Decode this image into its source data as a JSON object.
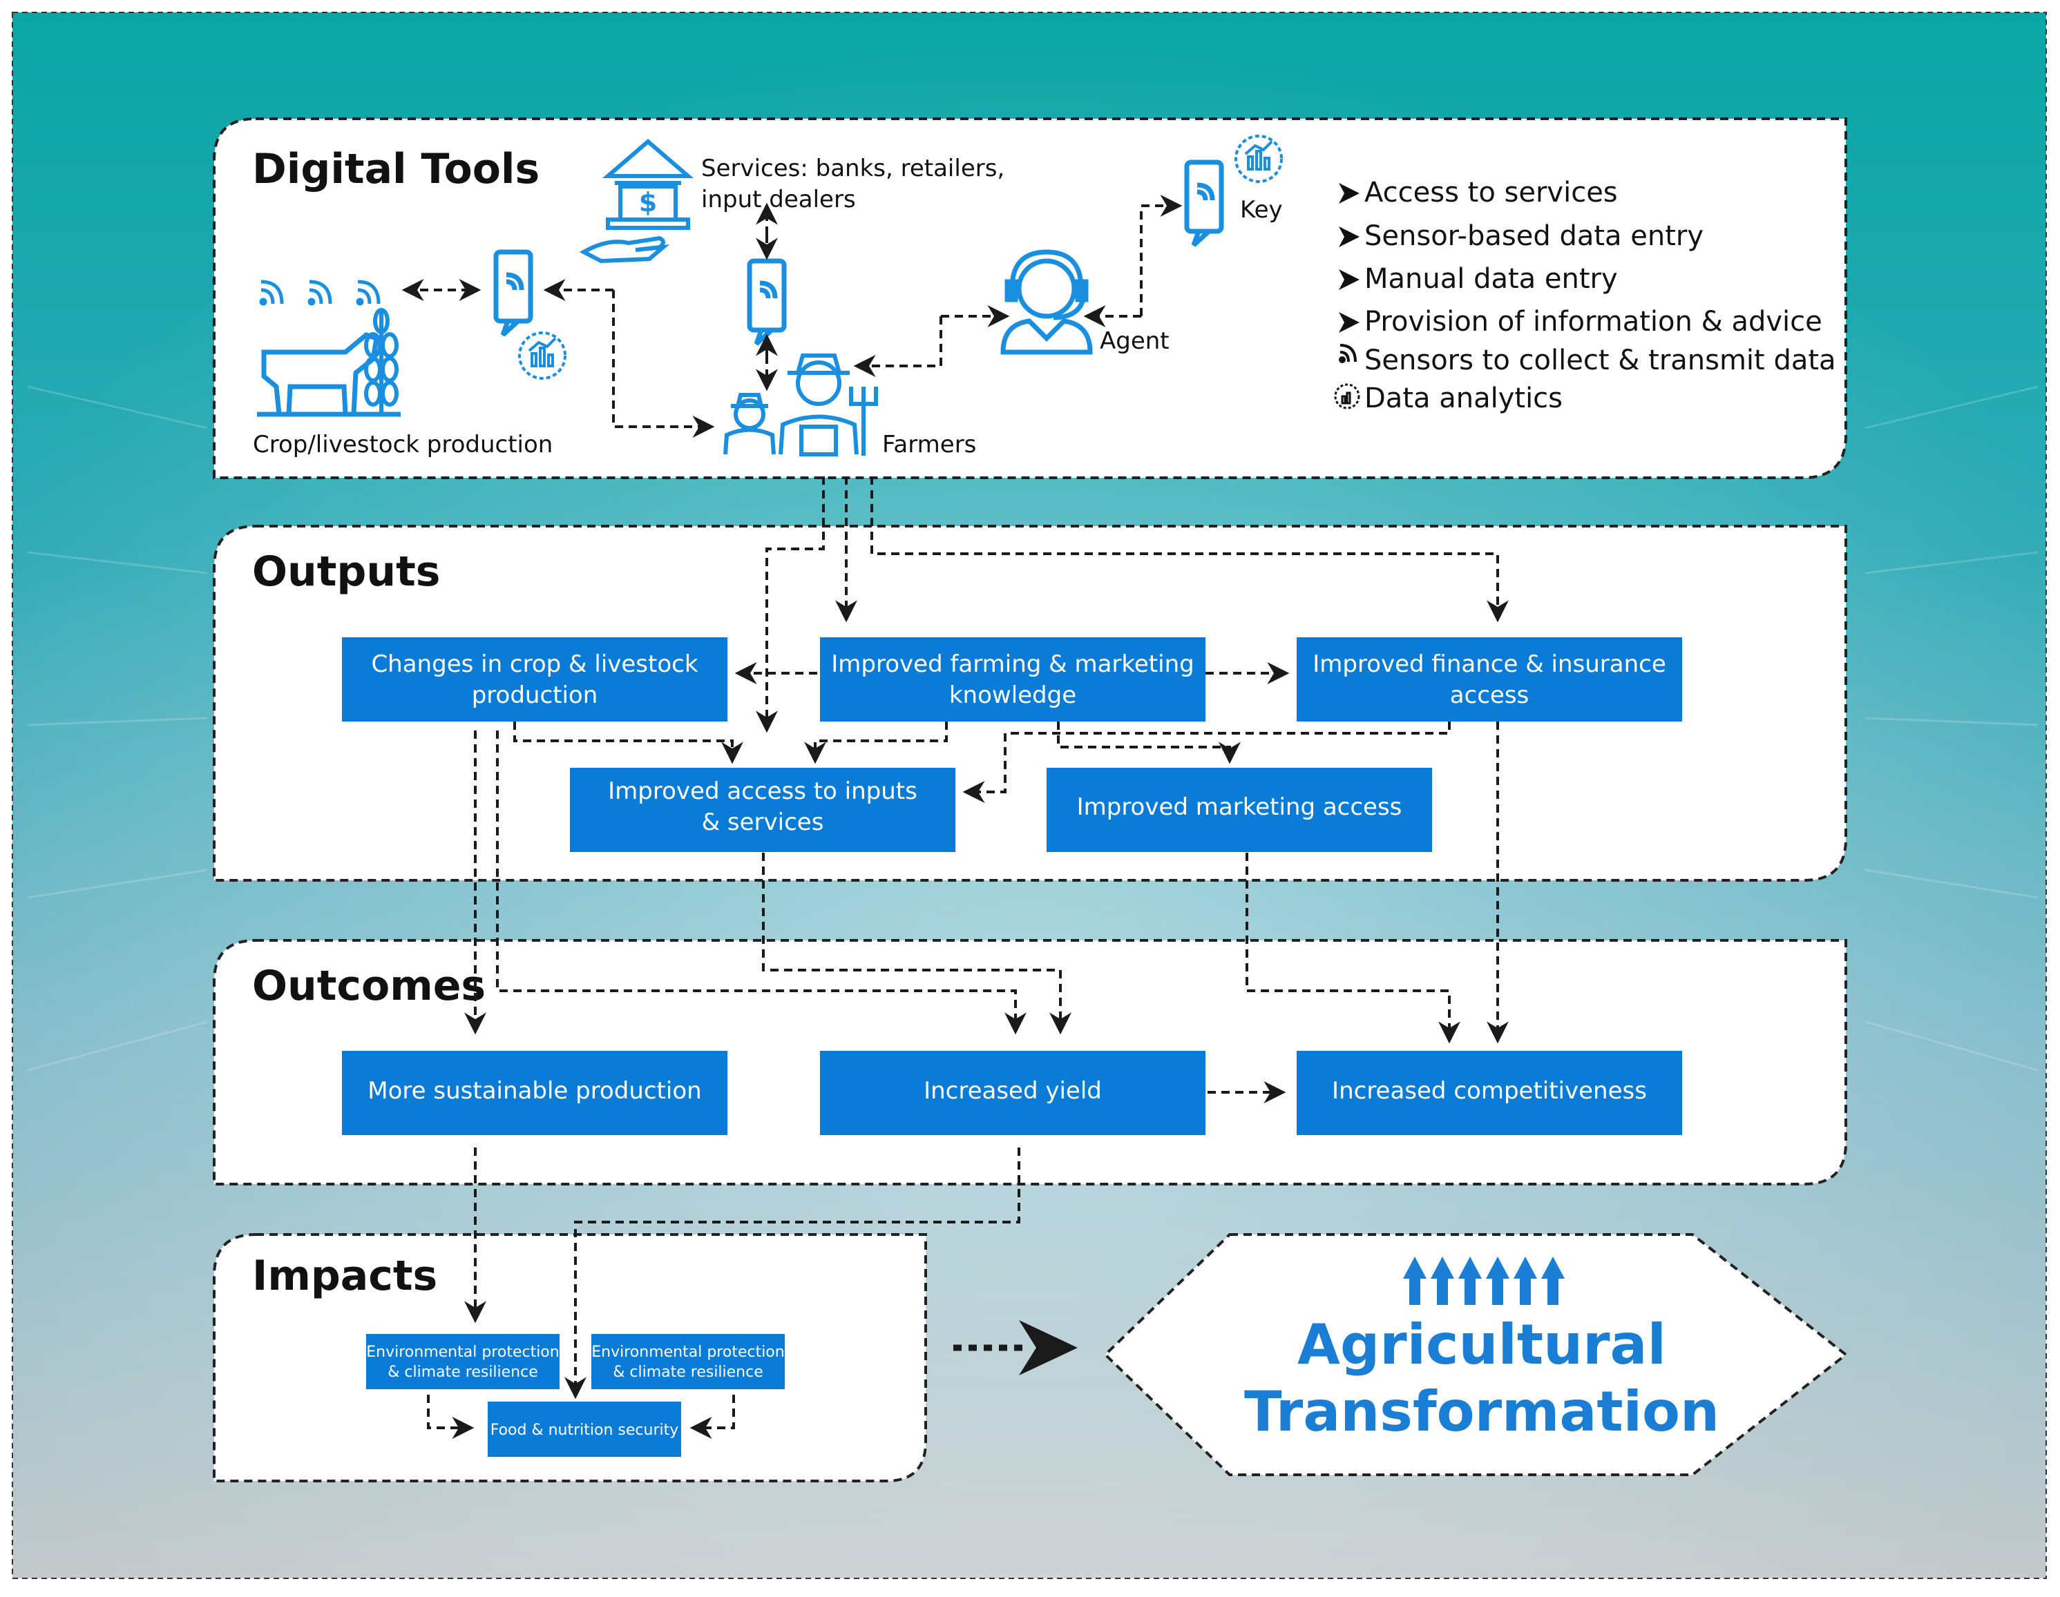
{
  "sections": {
    "digital_tools": "Digital Tools",
    "outputs": "Outputs",
    "outcomes": "Outcomes",
    "impacts": "Impacts"
  },
  "tools": {
    "services_line1": "Services: banks, retailers,",
    "services_line2": "input dealers",
    "crop": "Crop/livestock production",
    "farmers": "Farmers",
    "agent": "Agent",
    "key": "Key"
  },
  "legend": [
    {
      "symbol": "arrow",
      "text": "Access to services"
    },
    {
      "symbol": "arrow",
      "text": "Sensor-based data entry"
    },
    {
      "symbol": "arrow",
      "text": "Manual data entry"
    },
    {
      "symbol": "arrow",
      "text": "Provision of information & advice"
    },
    {
      "symbol": "signal",
      "text": "Sensors to collect & transmit data"
    },
    {
      "symbol": "analytics",
      "text": "Data analytics"
    }
  ],
  "outputs": {
    "crop_changes": [
      "Changes in crop & livestock",
      "production"
    ],
    "knowledge": [
      "Improved farming & marketing",
      "knowledge"
    ],
    "finance": [
      "Improved finance & insurance",
      "access"
    ],
    "inputs": [
      "Improved access to inputs",
      "& services"
    ],
    "marketing": [
      "Improved marketing access"
    ]
  },
  "outcomes": {
    "sustainable": [
      "More sustainable production"
    ],
    "yield": [
      "Increased yield"
    ],
    "competitiveness": [
      "Increased competitiveness"
    ]
  },
  "impacts": {
    "env1": [
      "Environmental protection",
      "& climate resilience"
    ],
    "env2": [
      "Environmental protection",
      "& climate resilience"
    ],
    "food": [
      "Food & nutrition security"
    ]
  },
  "transformation": [
    "Agricultural",
    "Transformation"
  ],
  "colors": {
    "box": "#0a7bd6",
    "icon": "#1a8fe0",
    "title_text": "#1a7fd4",
    "teal_top": "#0aa4a8",
    "grey_bottom": "#c3c9cb"
  }
}
